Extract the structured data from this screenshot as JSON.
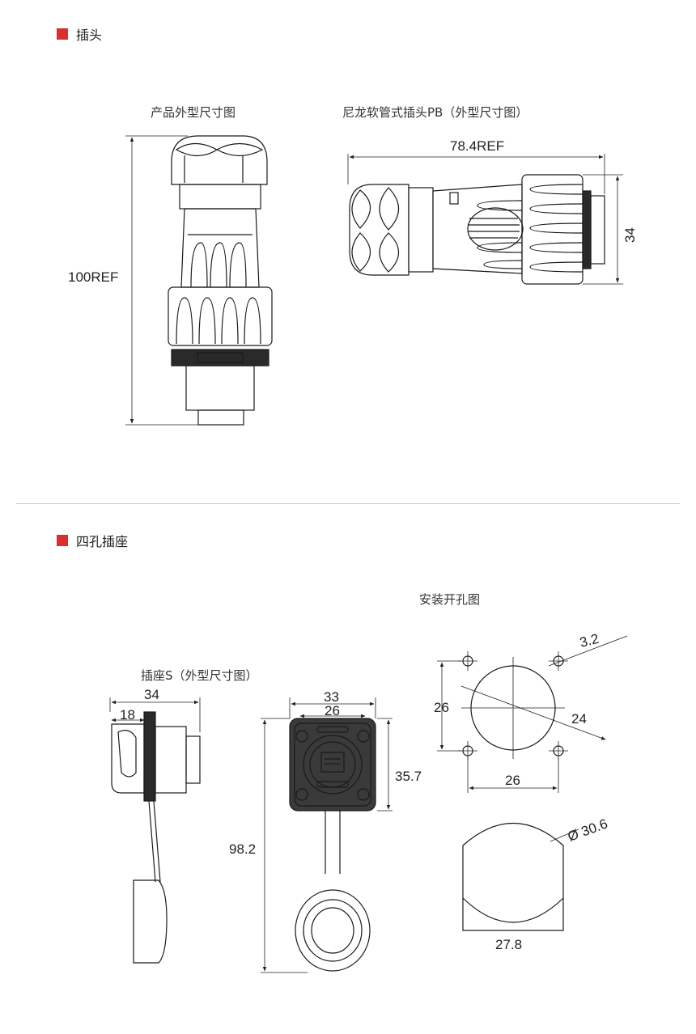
{
  "accent_color": "#d9302c",
  "plug": {
    "heading": "插头",
    "caption_outline": "产品外型尺寸图",
    "caption_nylon": "尼龙软管式插头PB（外型尺寸图）",
    "dim_height": "100REF",
    "dim_length": "78.4REF",
    "dim_diameter": "34"
  },
  "socket": {
    "heading": "四孔插座",
    "caption_side": "插座S（外型尺寸图）",
    "caption_mount": "安装开孔图",
    "side_dim_total": "34",
    "side_dim_flange": "18",
    "front_dim_outer": "33",
    "front_dim_inner": "26",
    "front_dim_height": "35.7",
    "front_dim_total": "98.2",
    "mount_dim_hole": "3.2",
    "mount_dim_vertical": "26",
    "mount_dim_circle": "24",
    "mount_dim_horizontal": "26",
    "cut_dim_diameter": "Ø 30.6",
    "cut_dim_flat": "27.8"
  }
}
